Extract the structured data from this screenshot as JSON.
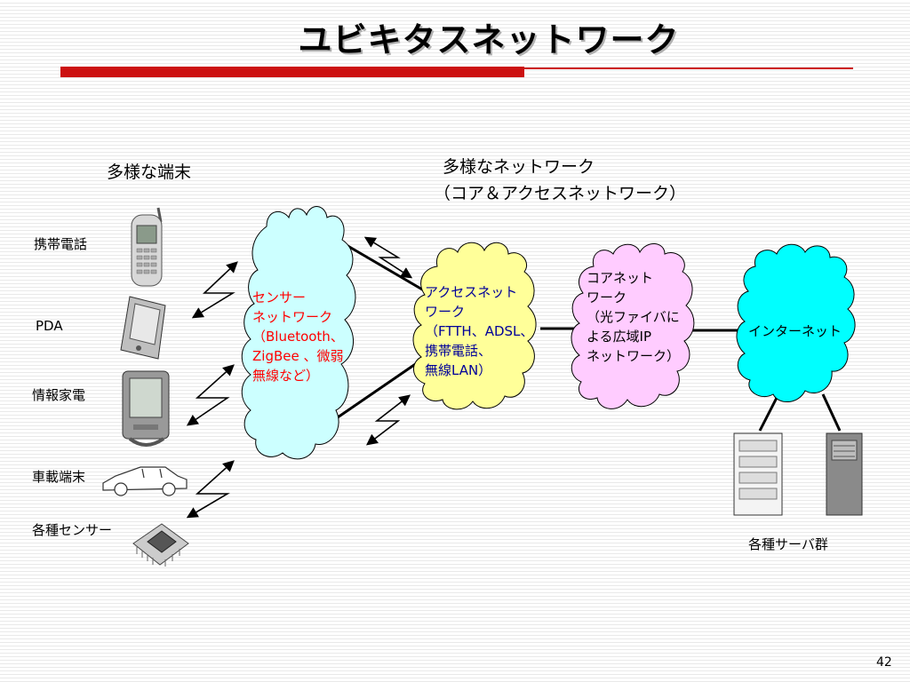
{
  "slide": {
    "title": "ユビキタスネットワーク",
    "page_number": "42"
  },
  "headings": {
    "terminals": "多様な端末",
    "networks_line1": "多様なネットワーク",
    "networks_line2": "（コア＆アクセスネットワーク）"
  },
  "devices": [
    {
      "label": "携帯電話",
      "icon": "mobile-phone-icon"
    },
    {
      "label": "PDA",
      "icon": "pda-icon"
    },
    {
      "label": "情報家電",
      "icon": "information-appliance-icon"
    },
    {
      "label": "車載端末",
      "icon": "car-icon"
    },
    {
      "label": "各種センサー",
      "icon": "sensor-chip-icon"
    }
  ],
  "clouds": {
    "sensor": {
      "lines": [
        "センサー",
        "ネットワーク",
        "（Bluetooth、",
        "ZigBee 、微弱",
        "無線など）"
      ],
      "fill": "#ccffff",
      "text_color": "#ff0000"
    },
    "access": {
      "lines": [
        "アクセスネット",
        "ワーク",
        "（FTTH、ADSL、",
        "携帯電話、",
        "無線LAN）"
      ],
      "fill": "#ffff99",
      "text_color": "#000099"
    },
    "core": {
      "lines": [
        "コアネット",
        "ワーク",
        "（光ファイバに",
        "よる広域IP",
        "ネットワーク）"
      ],
      "fill": "#ffccff",
      "text_color": "#000000"
    },
    "internet": {
      "label": "インターネット",
      "fill": "#00ffff",
      "text_color": "#000000"
    }
  },
  "servers": {
    "label": "各種サーバ群",
    "icons": [
      "server-rack-icon",
      "tower-server-icon"
    ]
  },
  "colors": {
    "title_bar": "#cc1111",
    "wireless_symbol": "#000000"
  }
}
